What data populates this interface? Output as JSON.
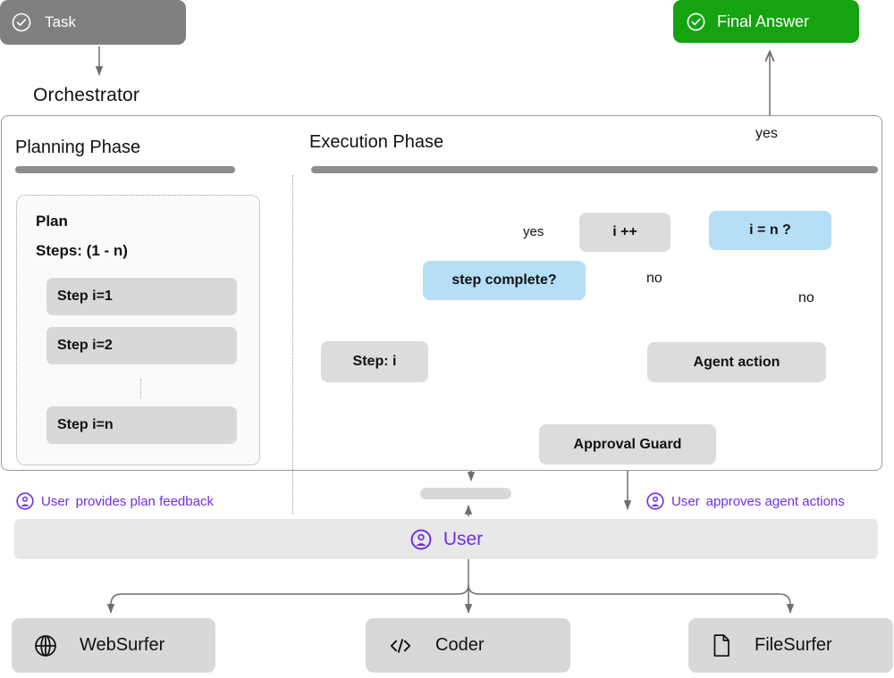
{
  "diagram": {
    "title": "Orchestrator agent workflow",
    "colors": {
      "task_chip": "#808080",
      "final_answer": "#16a312",
      "decision_blue": "#b5dff7",
      "node_gray": "#dcdcdc",
      "user_purple": "#6c31e0",
      "edge_gray": "#6e6e6e",
      "panel_border": "#9a9a9a"
    }
  },
  "task": {
    "label": "Task",
    "icon": "check-circle-icon"
  },
  "final_answer": {
    "label": "Final Answer",
    "icon": "check-circle-icon"
  },
  "orchestrator": {
    "label": "Orchestrator"
  },
  "planning_phase": {
    "title": "Planning Phase",
    "plan": {
      "heading": "Plan",
      "steps_range": "Steps: (1 - n)",
      "steps": [
        {
          "label": "Step i=1"
        },
        {
          "label": "Step i=2"
        },
        {
          "label": "Step i=n"
        }
      ],
      "ellipsis": "vertical-dots"
    }
  },
  "execution_phase": {
    "title": "Execution Phase",
    "nodes": [
      {
        "id": "step-i",
        "label": "Step: i",
        "style": "gray"
      },
      {
        "id": "step-complete",
        "label": "step complete?",
        "style": "blue"
      },
      {
        "id": "i-plus-plus",
        "label": "i ++",
        "style": "gray"
      },
      {
        "id": "i-equals-n",
        "label": "i = n ?",
        "style": "blue"
      },
      {
        "id": "agent-action",
        "label": "Agent action",
        "style": "gray"
      },
      {
        "id": "approval-guard",
        "label": "Approval Guard",
        "style": "gray"
      }
    ],
    "edge_labels": {
      "yes_to_final": "yes",
      "yes_to_increment": "yes",
      "no_from_step_complete": "no",
      "no_from_i_equals_n": "no"
    }
  },
  "user_notes": {
    "left": {
      "name": "User",
      "text": "provides plan feedback",
      "icon": "user-circle-icon"
    },
    "right": {
      "name": "User",
      "text": "approves agent actions",
      "icon": "user-circle-icon"
    }
  },
  "user_bar": {
    "label": "User",
    "icon": "user-circle-icon"
  },
  "agents": [
    {
      "id": "websurfer",
      "label": "WebSurfer",
      "icon": "globe-icon"
    },
    {
      "id": "coder",
      "label": "Coder",
      "icon": "code-icon"
    },
    {
      "id": "filesurfer",
      "label": "FileSurfer",
      "icon": "document-icon"
    }
  ]
}
